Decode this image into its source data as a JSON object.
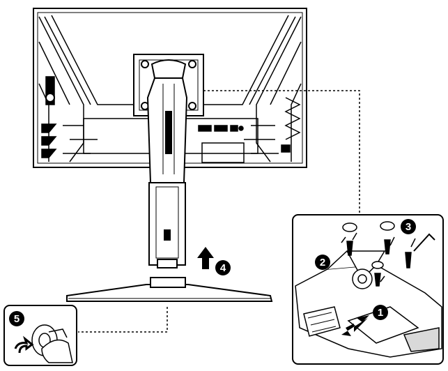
{
  "steps": [
    {
      "number": "1"
    },
    {
      "number": "2"
    },
    {
      "number": "3"
    },
    {
      "number": "4"
    },
    {
      "number": "5"
    }
  ],
  "colors": {
    "line": "#000000",
    "fill": "#ffffff",
    "shade": "#d9d9d9",
    "dark": "#222222"
  },
  "icons": [
    "monitor-back-panel",
    "stand-arm",
    "stand-base",
    "arrow-up-icon",
    "screw-icon",
    "hex-key-icon",
    "thumbscrew-icon",
    "rotate-arrow-icon",
    "hand-icon"
  ]
}
